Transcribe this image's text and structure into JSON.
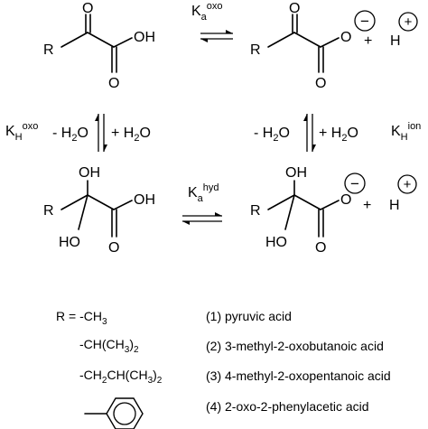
{
  "equilibria": {
    "top": {
      "base": "K",
      "sub": "a",
      "sup": "oxo"
    },
    "bottom": {
      "base": "K",
      "sub": "a",
      "sup": "hyd"
    },
    "left": {
      "base": "K",
      "sub": "H",
      "sup": "oxo"
    },
    "right": {
      "base": "K",
      "sub": "H",
      "sup": "ion"
    }
  },
  "water": {
    "minus_prefix": "- H",
    "plus_prefix": "+ H",
    "sub": "2",
    "suffix": "O"
  },
  "atoms": {
    "R": "R",
    "OH": "OH",
    "HO": "HO",
    "O": "O",
    "H": "H",
    "plus": "+"
  },
  "charges": {
    "anion": "−",
    "proton": "+"
  },
  "legend": {
    "r_label": "R = -CH",
    "r_sub": "3",
    "sub2": "2",
    "sub3": "3",
    "isopropyl_a": "-CH(CH",
    "isopropyl_b": ")",
    "isobutyl_a": "-CH",
    "isobutyl_b": "CH(CH",
    "isobutyl_c": ")",
    "acids": [
      "(1) pyruvic acid",
      "(2) 3-methyl-2-oxobutanoic acid",
      "(3) 4-methyl-2-oxopentanoic acid",
      "(4) 2-oxo-2-phenylacetic acid"
    ]
  }
}
